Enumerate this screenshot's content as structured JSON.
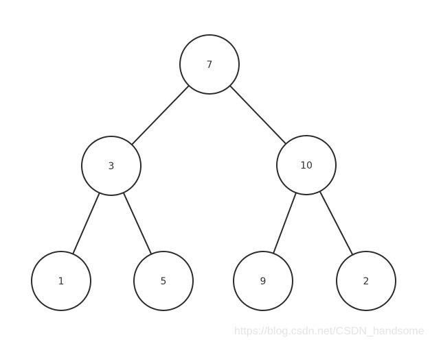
{
  "tree": {
    "nodes": [
      {
        "id": "n7",
        "label": "7"
      },
      {
        "id": "n3",
        "label": "3"
      },
      {
        "id": "n10",
        "label": "10"
      },
      {
        "id": "n1",
        "label": "1"
      },
      {
        "id": "n5",
        "label": "5"
      },
      {
        "id": "n9",
        "label": "9"
      },
      {
        "id": "n2",
        "label": "2"
      }
    ],
    "edges": [
      [
        "n7",
        "n3"
      ],
      [
        "n7",
        "n10"
      ],
      [
        "n3",
        "n1"
      ],
      [
        "n3",
        "n5"
      ],
      [
        "n10",
        "n9"
      ],
      [
        "n10",
        "n2"
      ]
    ]
  },
  "watermark": "https://blog.csdn.net/CSDN_handsome",
  "colors": {
    "stroke": "#2b2b2b",
    "text": "#333333",
    "watermark": "#e4e4e4"
  }
}
